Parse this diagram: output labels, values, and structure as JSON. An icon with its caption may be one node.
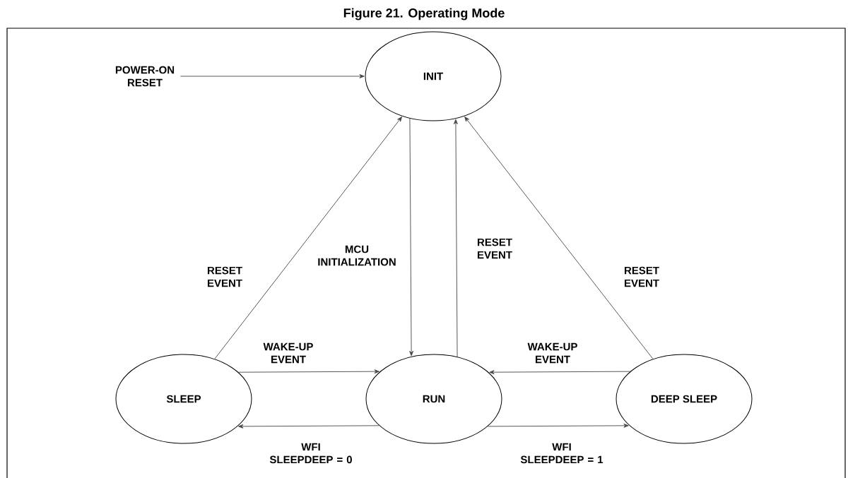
{
  "diagram": {
    "title": "Figure 21. Operating Mode",
    "nodes": [
      {
        "text": [
          "INIT"
        ]
      },
      {
        "text": [
          "SLEEP"
        ]
      },
      {
        "text": [
          "RUN"
        ]
      },
      {
        "text": [
          "DEEP SLEEP"
        ]
      },
      {
        "text": [
          "POWER-ON RESET"
        ]
      }
    ],
    "edges": [
      {
        "from": 4,
        "to": 0,
        "arrow": "to"
      },
      {
        "from": 1,
        "to": 0,
        "arrow": "to",
        "label": "RESET EVENT"
      },
      {
        "from": 0,
        "to": 2,
        "arrow": "to",
        "label": "MCU INITIALIZATION"
      },
      {
        "from": 2,
        "to": 0,
        "arrow": "to",
        "label": "RESET EVENT"
      },
      {
        "from": 3,
        "to": 0,
        "arrow": "to",
        "label": "RESET EVENT"
      },
      {
        "from": 1,
        "to": 2,
        "arrow": "to",
        "label": "WAKE-UP EVENT"
      },
      {
        "from": 3,
        "to": 2,
        "arrow": "to",
        "label": "WAKE-UP EVENT"
      },
      {
        "from": 2,
        "to": 1,
        "arrow": "to",
        "label": "WFI SLEEPDEEP = 0"
      },
      {
        "from": 2,
        "to": 3,
        "arrow": "to",
        "label": "WFI SLEEPDEEP = 1"
      }
    ]
  }
}
